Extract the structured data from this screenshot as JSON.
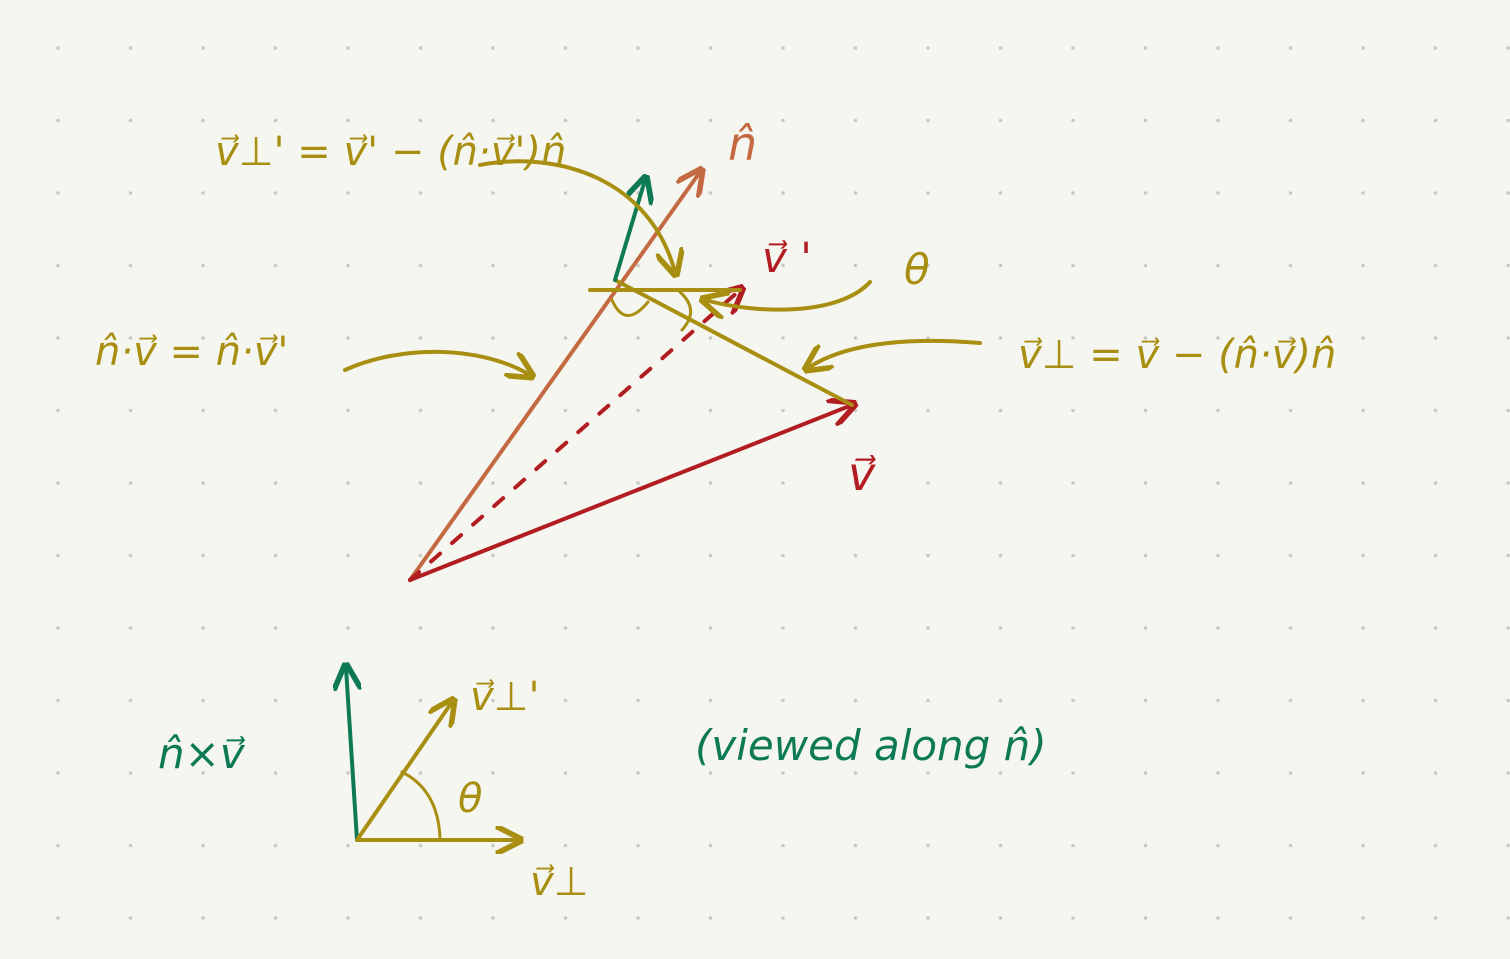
{
  "colors": {
    "background": "#f6f6f0",
    "grid_dot": "#c9c9c4",
    "olive": "#a88f12",
    "green": "#0d7a55",
    "red": "#b21d22",
    "rust": "#c46a42"
  },
  "labels": {
    "n_hat": "n̂",
    "v_prime": "v⃗ '",
    "v": "v⃗",
    "theta_main": "θ",
    "theta_inset": "θ",
    "v_perp_prime_eq": "v⃗⊥' = v⃗' − (n̂·v⃗')n̂",
    "dot_product_eq": "n̂·v⃗ = n̂·v⃗'",
    "v_perp_eq": "v⃗⊥ = v⃗ − (n̂·v⃗)n̂",
    "cross_label": "n̂×v⃗",
    "inset_v_perp_prime": "v⃗⊥'",
    "inset_v_perp": "v⃗⊥",
    "caption": "(viewed along n̂)"
  }
}
